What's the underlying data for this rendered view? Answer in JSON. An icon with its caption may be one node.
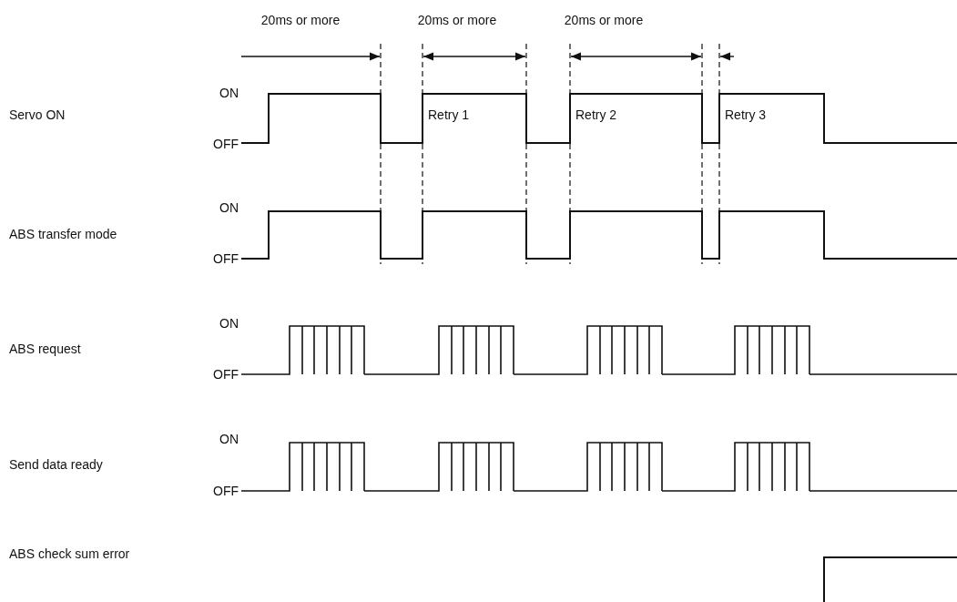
{
  "diagram": {
    "labels": [
      "20ms or more",
      "20ms or more",
      "20ms or more",
      "Servo ON",
      "ON",
      "Retry 1",
      "Retry 2",
      "Retry 3",
      "OFF",
      "ABS transfer mode",
      "ON",
      "OFF",
      "ABS request",
      "ON",
      "OFF",
      "Send data ready",
      "ON",
      "OFF",
      "ABS check sum error"
    ]
  }
}
